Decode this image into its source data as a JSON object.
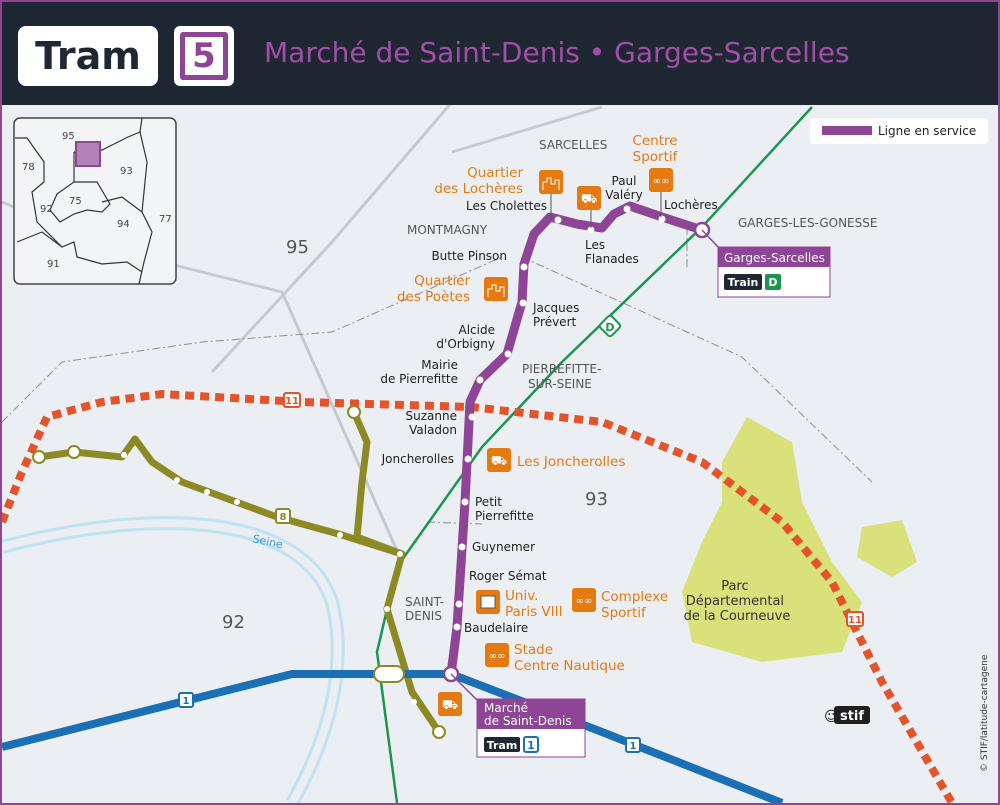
{
  "header": {
    "mode": "Tram",
    "line_number": "5",
    "title": "Marché de Saint-Denis • Garges-Sarcelles"
  },
  "colors": {
    "line5": "#8e4595",
    "tram1": "#1a6fb5",
    "tram8": "#8c8a24",
    "tram11": "#e5532a",
    "trainD": "#1a9650",
    "poi": "#e57a10",
    "park": "#d9e27a"
  },
  "legend": {
    "label": "Ligne en service"
  },
  "stations": [
    {
      "name": "Marché",
      "name2": "de Saint-Denis"
    },
    {
      "name": "Baudelaire"
    },
    {
      "name": "Roger Sémat"
    },
    {
      "name": "Guynemer"
    },
    {
      "name": "Petit",
      "name2": "Pierrefitte"
    },
    {
      "name": "Joncherolles"
    },
    {
      "name": "Suzanne",
      "name2": "Valadon"
    },
    {
      "name": "Mairie",
      "name2": "de Pierrefitte"
    },
    {
      "name": "Alcide",
      "name2": "d'Orbigny"
    },
    {
      "name": "Jacques",
      "name2": "Prévert"
    },
    {
      "name": "Butte Pinson"
    },
    {
      "name": "Les Cholettes"
    },
    {
      "name": "Les",
      "name2": "Flanades"
    },
    {
      "name": "Paul",
      "name2": "Valéry"
    },
    {
      "name": "Lochères"
    },
    {
      "name": "Garges-Sarcelles"
    }
  ],
  "connections": {
    "terminus_south": {
      "name": "Marché",
      "name2": "de Saint-Denis",
      "mode": "Tram",
      "line": "1"
    },
    "terminus_north": {
      "name": "Garges-Sarcelles",
      "mode": "Train",
      "line": "D"
    }
  },
  "pois": [
    {
      "label": "Quartier",
      "label2": "des Lochères",
      "icon": "city-icon"
    },
    {
      "label": "Centre",
      "label2": "Sportif",
      "icon": "olympic-rings-icon"
    },
    {
      "label": "Quartier",
      "label2": "des Poètes",
      "icon": "city-icon"
    },
    {
      "label": "Les Joncherolles",
      "icon": "shopping-cart-icon"
    },
    {
      "label": "Univ.",
      "label2": "Paris VIII",
      "icon": "university-icon"
    },
    {
      "label": "Complexe",
      "label2": "Sportif",
      "icon": "olympic-rings-icon"
    },
    {
      "label": "Stade",
      "label2": "Centre Nautique",
      "icon": "olympic-rings-icon"
    }
  ],
  "areas": {
    "sarcelles": "SARCELLES",
    "montmagny": "MONTMAGNY",
    "garges": "GARGES-LES-GONESSE",
    "pierrefitte1": "PIERREFITTE-",
    "pierrefitte2": "SUR-SEINE",
    "saintdenis1": "SAINT-",
    "saintdenis2": "DENIS"
  },
  "departments": {
    "d95": "95",
    "d93": "93",
    "d92": "92"
  },
  "park": {
    "line1": "Parc",
    "line2": "Départemental",
    "line3": "de la Courneuve"
  },
  "river": "Seine",
  "line_badges": {
    "t11": "11",
    "t8": "8",
    "t1": "1",
    "d": "D"
  },
  "inset": {
    "d95": "95",
    "d78": "78",
    "d93": "93",
    "d75": "75",
    "d92": "92",
    "d94": "94",
    "d77": "77",
    "d91": "91"
  },
  "logo": "stif",
  "credit": "© STIF/latitude-cartagene"
}
